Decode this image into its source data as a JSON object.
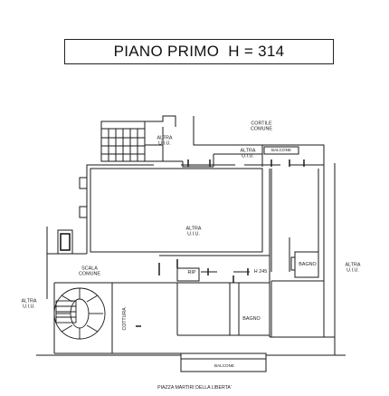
{
  "title": "PIANO PRIMO  H = 314",
  "labels": {
    "cortile_comune": "CORTILE\nCOMUNE",
    "altra_uiu_top_left": "ALTRA\nU.I.U.",
    "altra_uiu_top_mid": "ALTRA\nU.I.U.",
    "balcone_top": "BALCONE",
    "altra_uiu_center": "ALTRA\nU.I.U.",
    "scala_comune": "SCALA\nCOMUNE",
    "rip": "RIP",
    "h245": "H 245",
    "bagno_right": "BAGNO",
    "altra_uiu_right": "ALTRA\nU.I.U.",
    "altra_uiu_left": "ALTRA\nU.I.U.",
    "cottura": "COTTURA",
    "bagno_bottom": "BAGNO",
    "balcone_bottom": "BALCONE",
    "piazza": "PIAZZA MARTIRI DELLA LIBERTA'"
  }
}
